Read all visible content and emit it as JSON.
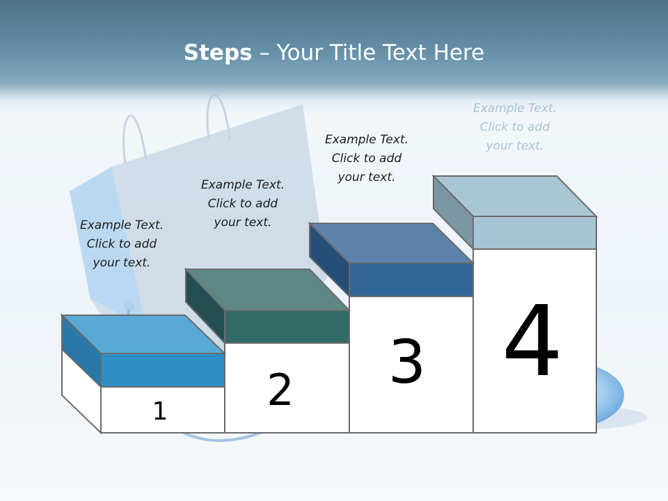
{
  "slide": {
    "title_bold": "Steps",
    "title_rest": " – Your Title Text Here"
  },
  "steps": [
    {
      "number": "1",
      "text": [
        "Example Text.",
        "Click  to add",
        "your text."
      ],
      "colors": {
        "front": "#2e8fc6",
        "top": "#59a9d6",
        "side": "#2a78a8"
      }
    },
    {
      "number": "2",
      "text": [
        "Example Text.",
        "Click  to add",
        "your text."
      ],
      "colors": {
        "front": "#326a67",
        "top": "#5e8784",
        "side": "#244f52"
      }
    },
    {
      "number": "3",
      "text": [
        "Example Text.",
        "Click  to add",
        "your text."
      ],
      "colors": {
        "front": "#336797",
        "top": "#5c82aa",
        "side": "#254f79"
      }
    },
    {
      "number": "4",
      "text": [
        "Example Text.",
        "Click  to add",
        "your text."
      ],
      "colors": {
        "front": "#a6c4d4",
        "top": "#a9c6d5",
        "side": "#7b97a6"
      }
    }
  ]
}
